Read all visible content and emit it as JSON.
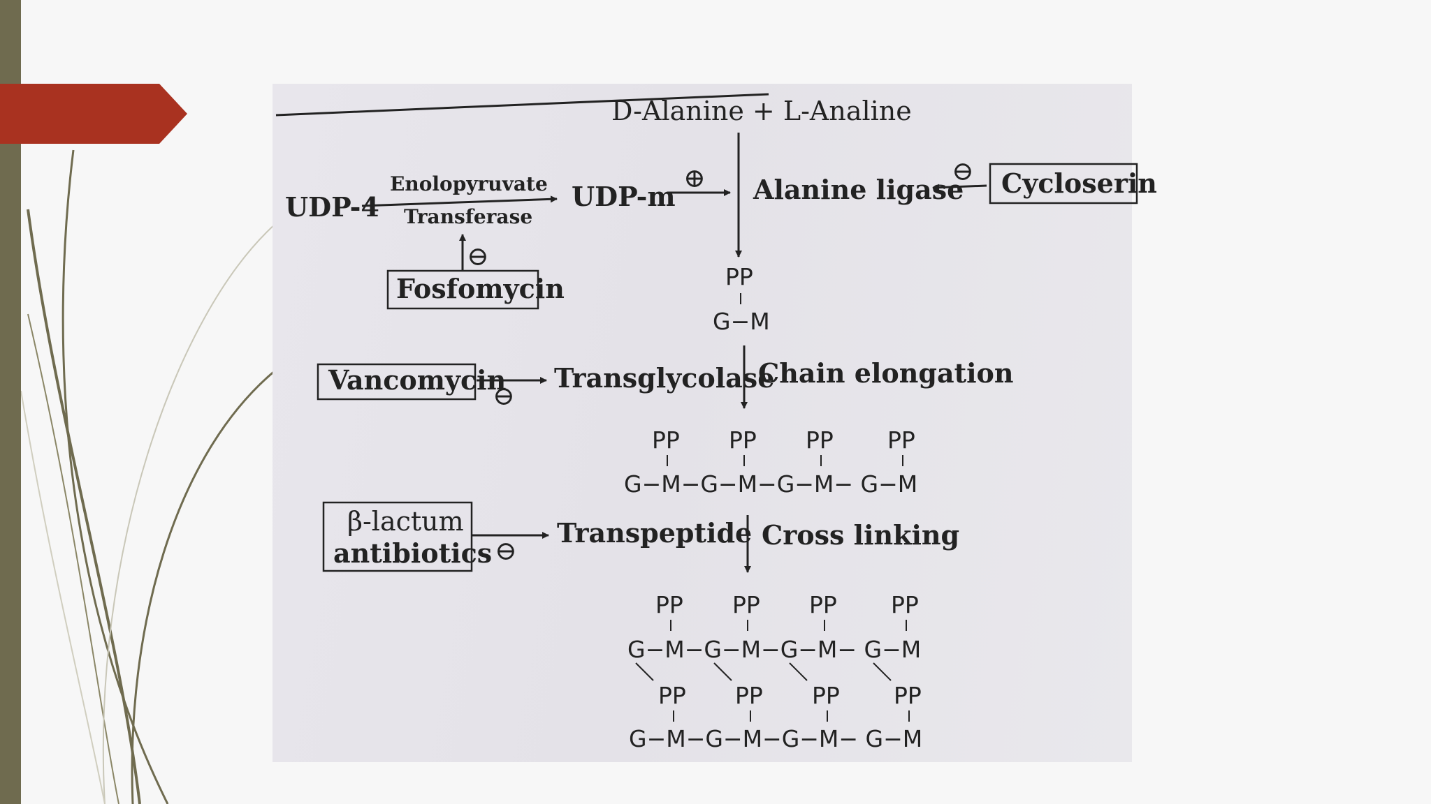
{
  "colors": {
    "accent_tab": "#a93220",
    "left_bar": "#6f6b4f",
    "curve": "#6f6b4f"
  },
  "diagram": {
    "substrates": "D-Alanine + L-Analine",
    "udp4": "UDP-4",
    "enzyme1_top": "Enolopyruvate",
    "enzyme1_bottom": "Transferase",
    "udpm": "UDP-m",
    "ligase": "Alanine ligase",
    "cycloserine": "Cycloserin",
    "fosfomycin": "Fosfomycin",
    "vancomycin": "Vancomycin",
    "transglycolase": "Transglycolase",
    "chain_elongation": "Chain elongation",
    "beta_lactam_line1": "β-lactum",
    "beta_lactam_line2": "antibiotics",
    "transpeptide": "Transpeptide",
    "cross_linking": "Cross linking",
    "pp": "PP",
    "gm": "G−M",
    "chain": "G−M−G−M−G−M− G−M",
    "plus_sign": "⊕",
    "minus_sign": "⊖"
  }
}
